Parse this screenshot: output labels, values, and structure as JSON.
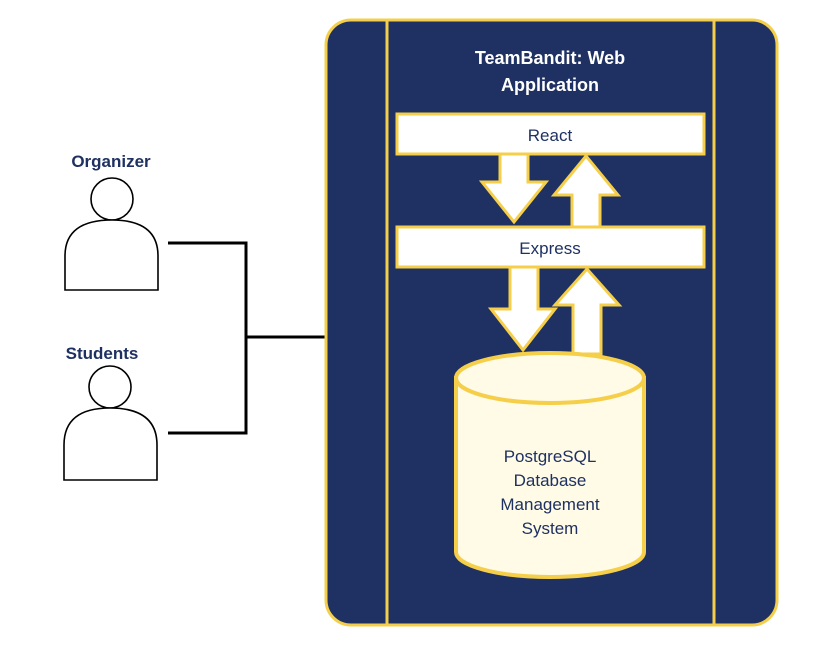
{
  "actors": [
    {
      "id": "organizer",
      "label": "Organizer"
    },
    {
      "id": "students",
      "label": "Students"
    }
  ],
  "app": {
    "title_line1": "TeamBandit: Web",
    "title_line2": "Application"
  },
  "layers": {
    "frontend": "React",
    "backend": "Express"
  },
  "database": {
    "lines": [
      "PostgreSQL",
      "Database",
      "Management",
      "System"
    ]
  },
  "colors": {
    "navy": "#1e3162",
    "gold": "#f5cf4a",
    "cream": "#fffbe6",
    "connector": "#000000"
  }
}
